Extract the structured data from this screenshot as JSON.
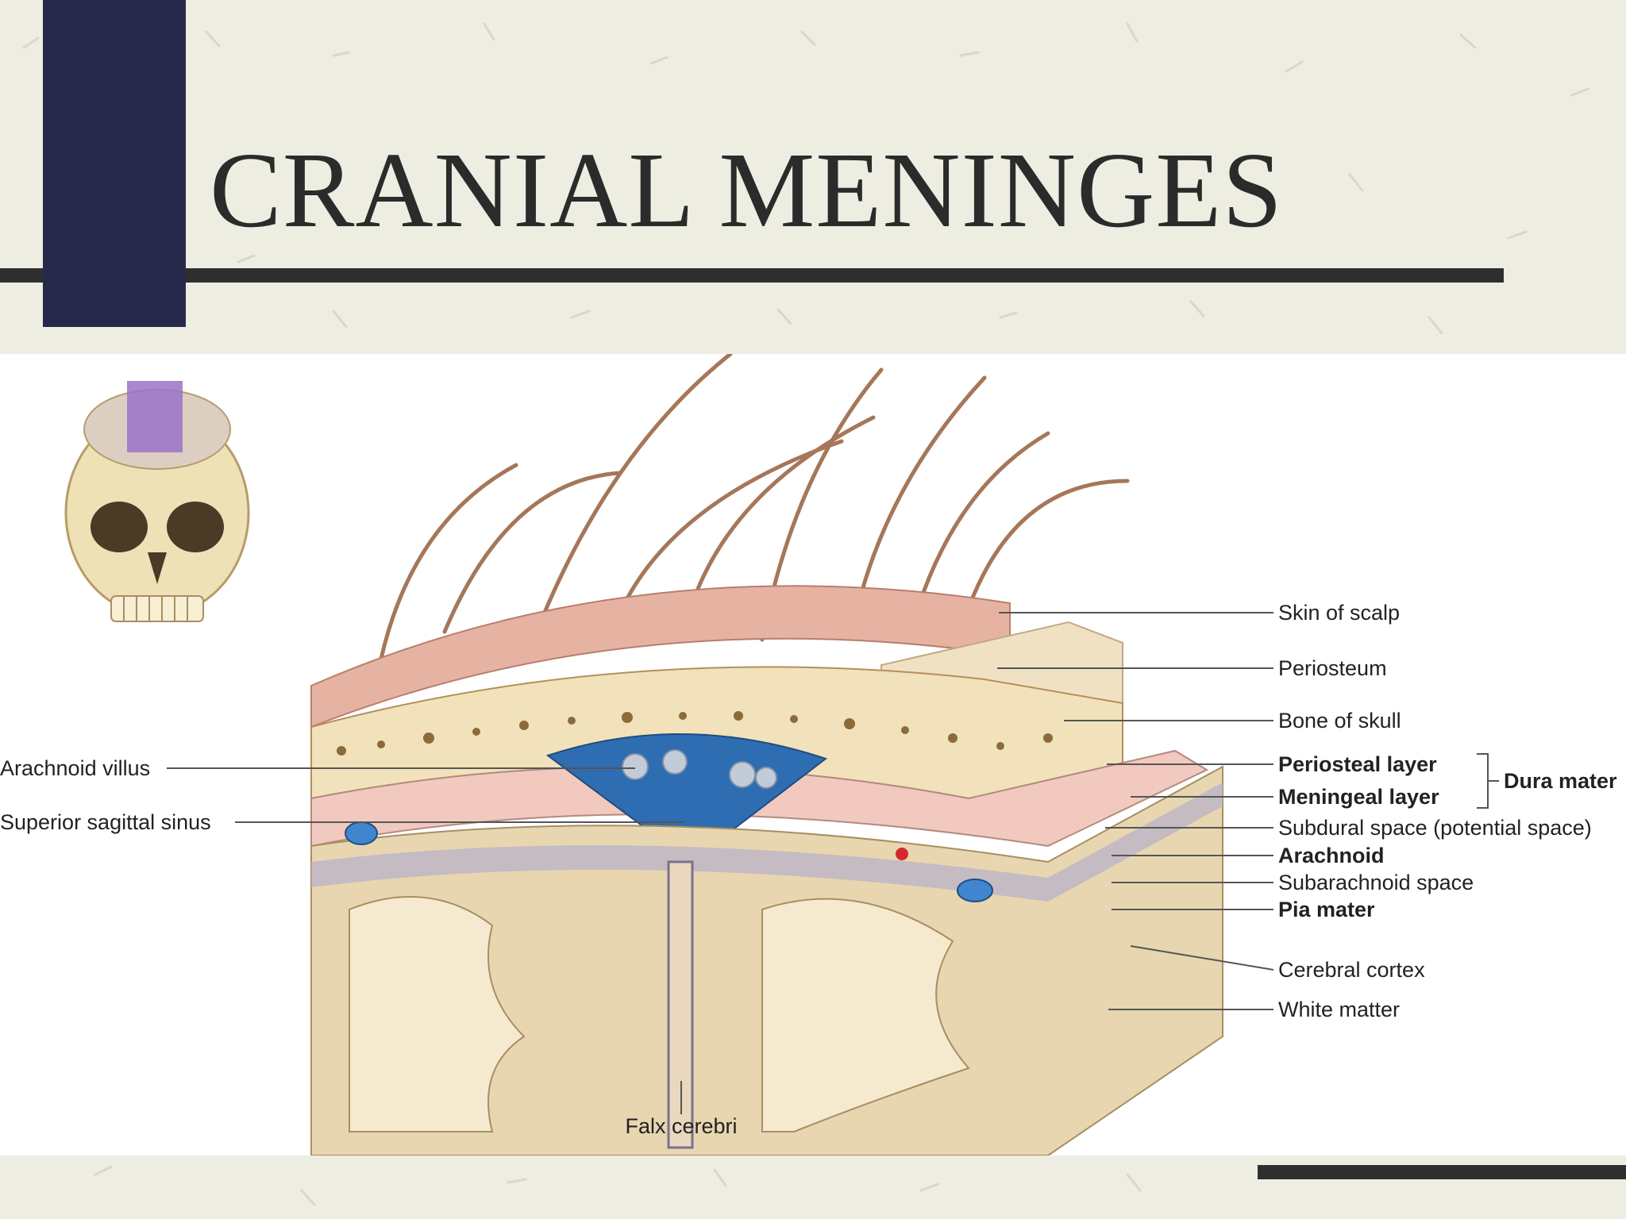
{
  "slide": {
    "title": "CRANIAL MENINGES",
    "colors": {
      "background": "#eeede2",
      "dark_bar": "#2e2e2e",
      "navy_block": "#26294a",
      "figure_background": "#ffffff"
    }
  },
  "figure": {
    "labels_right": {
      "skin_of_scalp": "Skin of scalp",
      "periosteum": "Periosteum",
      "bone_of_skull": "Bone of skull",
      "periosteal_layer": "Periosteal layer",
      "meningeal_layer": "Meningeal layer",
      "dura_mater": "Dura mater",
      "subdural_space": "Subdural space (potential space)",
      "arachnoid": "Arachnoid",
      "subarachnoid_space": "Subarachnoid space",
      "pia_mater": "Pia mater",
      "cerebral_cortex": "Cerebral cortex",
      "white_matter": "White matter"
    },
    "labels_left": {
      "arachnoid_villus": "Arachnoid villus",
      "superior_sagittal_sinus": "Superior sagittal sinus"
    },
    "labels_bottom": {
      "falx_cerebri": "Falx cerebri"
    }
  }
}
